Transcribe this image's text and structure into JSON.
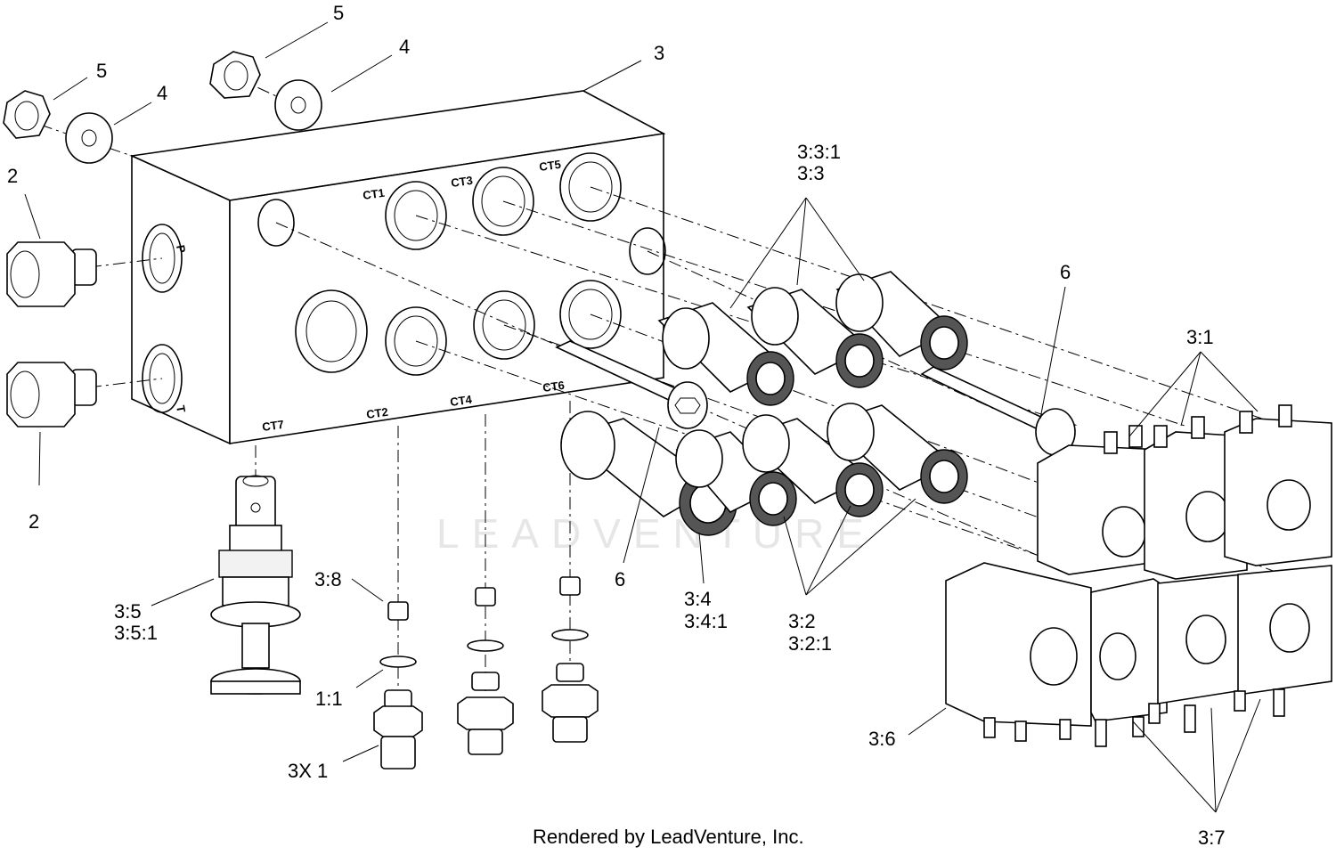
{
  "credit": "Rendered by LeadVenture, Inc.",
  "watermark": "LEADVENTURE",
  "ports": {
    "p": "P",
    "t": "T",
    "ct1": "CT1",
    "ct2": "CT2",
    "ct3": "CT3",
    "ct4": "CT4",
    "ct5": "CT5",
    "ct6": "CT6",
    "ct7": "CT7"
  },
  "callouts": {
    "c5a": "5",
    "c4a": "4",
    "c5b": "5",
    "c4b": "4",
    "c3": "3",
    "c2a": "2",
    "c2b": "2",
    "c331": "3:3:1",
    "c33": "3:3",
    "c6a": "6",
    "c31": "3:1",
    "c6b": "6",
    "c35": "3:5",
    "c351": "3:5:1",
    "c38": "3:8",
    "c11": "1:1",
    "c3x1": "3X 1",
    "c34": "3:4",
    "c341": "3:4:1",
    "c32": "3:2",
    "c321": "3:2:1",
    "c36": "3:6",
    "c37": "3:7"
  }
}
